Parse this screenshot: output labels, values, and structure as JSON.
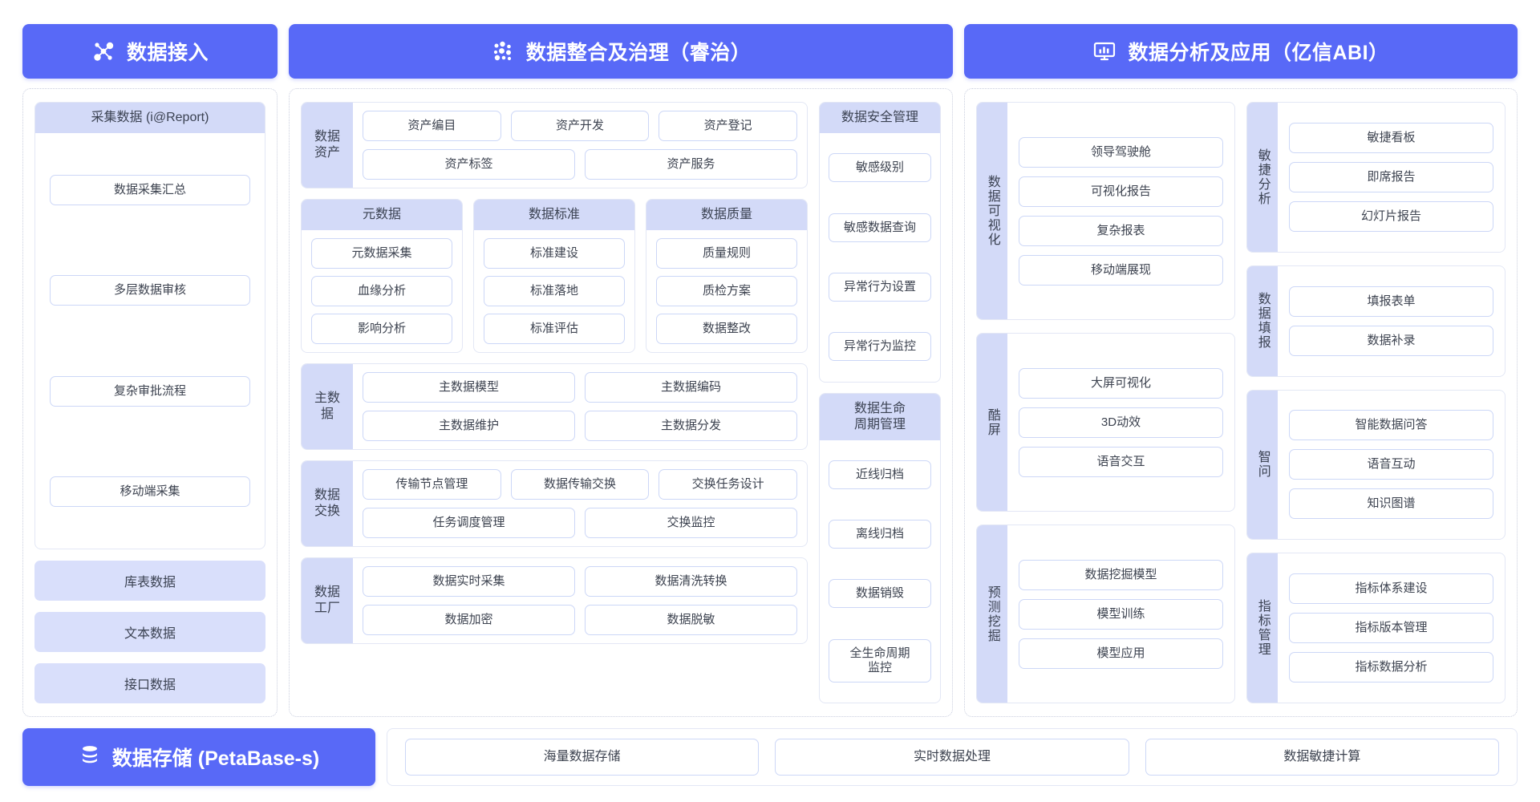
{
  "headers": [
    {
      "title": "数据接入",
      "icon": "data-ingestion-network-icon"
    },
    {
      "title": "数据整合及治理（睿治）",
      "icon": "data-governance-dots-icon"
    },
    {
      "title": "数据分析及应用（亿信ABI）",
      "icon": "monitor-chart-icon"
    }
  ],
  "ingestion": {
    "collect_card": {
      "title": "采集数据 (i@Report)",
      "items": [
        "数据采集汇总",
        "多层数据审核",
        "复杂审批流程",
        "移动端采集"
      ]
    },
    "bars": [
      "库表数据",
      "文本数据",
      "接口数据"
    ]
  },
  "governance": {
    "asset": {
      "label": "数据资产",
      "row1": [
        "资产编目",
        "资产开发",
        "资产登记"
      ],
      "row2": [
        "资产标签",
        "资产服务"
      ]
    },
    "trio": [
      {
        "title": "元数据",
        "items": [
          "元数据采集",
          "血缘分析",
          "影响分析"
        ]
      },
      {
        "title": "数据标准",
        "items": [
          "标准建设",
          "标准落地",
          "标准评估"
        ]
      },
      {
        "title": "数据质量",
        "items": [
          "质量规则",
          "质检方案",
          "数据整改"
        ]
      }
    ],
    "master_data": {
      "label": "主数据",
      "row1": [
        "主数据模型",
        "主数据编码"
      ],
      "row2": [
        "主数据维护",
        "主数据分发"
      ]
    },
    "exchange": {
      "label": "数据交换",
      "row1": [
        "传输节点管理",
        "数据传输交换",
        "交换任务设计"
      ],
      "row2": [
        "任务调度管理",
        "交换监控"
      ]
    },
    "factory": {
      "label": "数据工厂",
      "row1": [
        "数据实时采集",
        "数据清洗转换"
      ],
      "row2": [
        "数据加密",
        "数据脱敏"
      ]
    },
    "security": {
      "title": "数据安全管理",
      "items": [
        "敏感级别",
        "敏感数据查询",
        "异常行为设置",
        "异常行为监控"
      ]
    },
    "lifecycle": {
      "title": "数据生命\n周期管理",
      "items": [
        "近线归档",
        "离线归档",
        "数据销毁",
        "全生命周期\n监控"
      ]
    }
  },
  "analytics": {
    "left": [
      {
        "label": "数据可视化",
        "items": [
          "领导驾驶舱",
          "可视化报告",
          "复杂报表",
          "移动端展现"
        ]
      },
      {
        "label": "酷屏",
        "items": [
          "大屏可视化",
          "3D动效",
          "语音交互"
        ]
      },
      {
        "label": "预测挖掘",
        "items": [
          "数据挖掘模型",
          "模型训练",
          "模型应用"
        ]
      }
    ],
    "right": [
      {
        "label": "敏捷分析",
        "items": [
          "敏捷看板",
          "即席报告",
          "幻灯片报告"
        ]
      },
      {
        "label": "数据填报",
        "items": [
          "填报表单",
          "数据补录"
        ]
      },
      {
        "label": "智问",
        "items": [
          "智能数据问答",
          "语音互动",
          "知识图谱"
        ]
      },
      {
        "label": "指标管理",
        "items": [
          "指标体系建设",
          "指标版本管理",
          "指标数据分析"
        ]
      }
    ]
  },
  "storage": {
    "title": "数据存储 (PetaBase-s)",
    "icon": "database-stack-icon",
    "items": [
      "海量数据存储",
      "实时数据处理",
      "数据敏捷计算"
    ]
  },
  "colors": {
    "brand": "#5869f7",
    "panel_header": "#d3daf8",
    "pill_border": "#ccd7f7",
    "dotted_border": "#c9cede"
  }
}
